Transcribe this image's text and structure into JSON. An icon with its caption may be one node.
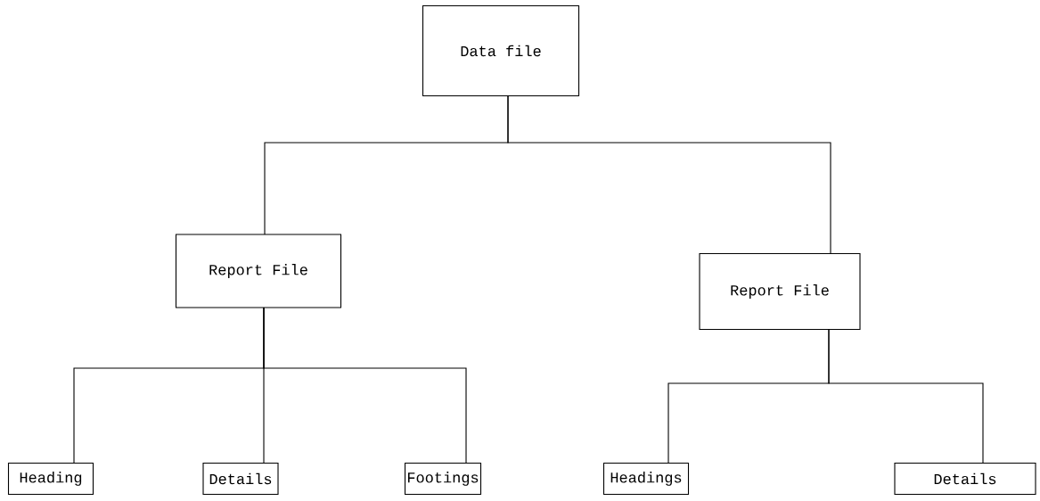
{
  "diagram": {
    "nodes": [
      {
        "text": [
          "Data file"
        ]
      },
      {
        "text": [
          "Report File"
        ]
      },
      {
        "text": [
          "Report File"
        ]
      },
      {
        "text": [
          "Heading"
        ]
      },
      {
        "text": [
          "Details"
        ]
      },
      {
        "text": [
          "Footings"
        ]
      },
      {
        "text": [
          "Headings"
        ]
      },
      {
        "text": [
          "Details"
        ]
      }
    ],
    "edges": [
      {
        "from": 0,
        "to": 1,
        "arrow": "none"
      },
      {
        "from": 0,
        "to": 2,
        "arrow": "none"
      },
      {
        "from": 1,
        "to": 3,
        "arrow": "none"
      },
      {
        "from": 1,
        "to": 4,
        "arrow": "none"
      },
      {
        "from": 1,
        "to": 5,
        "arrow": "none"
      },
      {
        "from": 2,
        "to": 6,
        "arrow": "none"
      },
      {
        "from": 2,
        "to": 7,
        "arrow": "none"
      }
    ]
  }
}
